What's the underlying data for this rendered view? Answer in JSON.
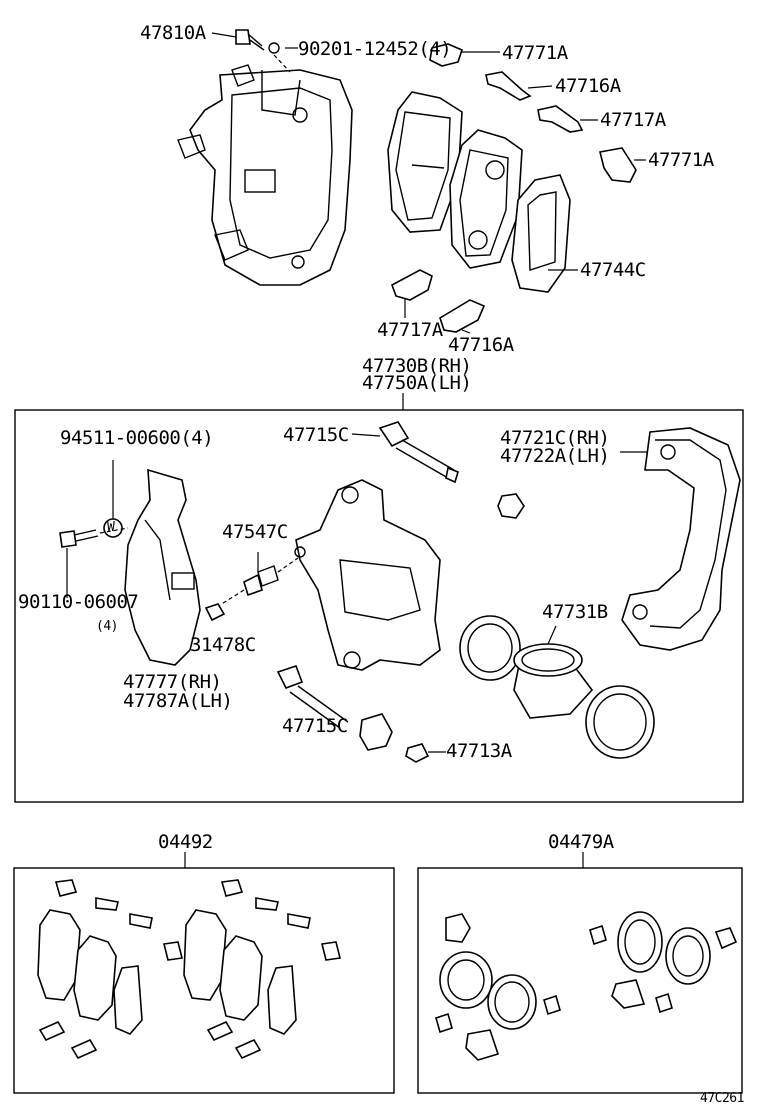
{
  "labels": {
    "p47810A": "47810A",
    "p90201": "90201-12452(4)",
    "p47771A_top": "47771A",
    "p47716A_top": "47716A",
    "p47717A_top": "47717A",
    "p47771A_2": "47771A",
    "p47744C": "47744C",
    "p47717A_mid": "47717A",
    "p47716A_mid": "47716A",
    "p47730B": "47730B(RH)",
    "p47750A": "47750A(LH)",
    "p94511": "94511-00600(4)",
    "p47715C_top": "47715C",
    "p47721C": "47721C(RH)",
    "p47722A": "47722A(LH)",
    "p47547C": "47547C",
    "p90110": "90110-06007",
    "p90110_qty": "(4)",
    "p31478C": "31478C",
    "p47731B": "47731B",
    "p47777": "47777(RH)",
    "p47787A": "47787A(LH)",
    "p47715C_bot": "47715C",
    "p47713A": "47713A",
    "kit_04492": "04492",
    "kit_04479A": "04479A",
    "diagram_code": "47C261",
    "washer_mark": "W"
  }
}
